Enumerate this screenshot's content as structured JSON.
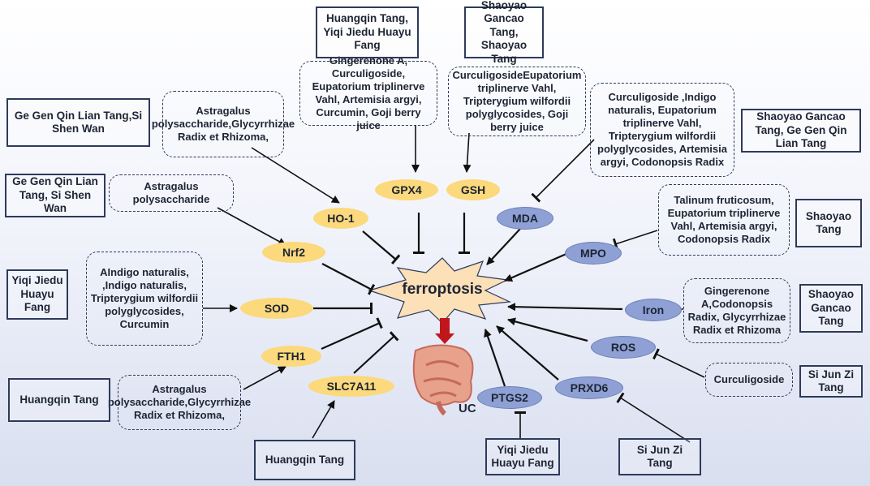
{
  "center": {
    "label": "ferroptosis",
    "outcome": "UC"
  },
  "targets": {
    "gpx4": "GPX4",
    "gsh": "GSH",
    "ho1": "HO-1",
    "nrf2": "Nrf2",
    "sod": "SOD",
    "fth1": "FTH1",
    "slc7a11": "SLC7A11",
    "mda": "MDA",
    "mpo": "MPO",
    "iron": "Iron",
    "ros": "ROS",
    "prxd6": "PRXD6",
    "ptgs2": "PTGS2"
  },
  "formulas": {
    "gpx4": "Huangqin Tang, Yiqi Jiedu Huayu Fang",
    "gsh": "Shaoyao Gancao Tang, Shaoyao Tang",
    "ho1": "Ge Gen Qin Lian Tang,Si Shen Wan",
    "nrf2": "Ge Gen Qin Lian Tang, Si Shen Wan",
    "sod": "Yiqi Jiedu Huayu Fang",
    "fth1": "Huangqin Tang",
    "slc7a11": "Huangqin Tang",
    "mda": "Shaoyao Gancao Tang, Ge Gen Qin Lian Tang",
    "mpo": "Shaoyao Tang",
    "iron": "Shaoyao Gancao Tang",
    "ros": "Si Jun Zi Tang",
    "prxd6": "Si Jun Zi Tang",
    "ptgs2": "Yiqi Jiedu Huayu Fang"
  },
  "compounds": {
    "gpx4": "Gingerenone A, Curculigoside, Eupatorium triplinerve Vahl, Artemisia argyi, Curcumin, Goji berry juice",
    "gsh": "CurculigosideEupatorium triplinerve Vahl, Tripterygium wilfordii polyglycosides, Goji berry juice",
    "ho1": "Astragalus polysaccharide,Glycyrrhizae Radix et Rhizoma,",
    "nrf2": "Astragalus polysaccharide",
    "sod": "AIndigo naturalis, ,Indigo naturalis, Tripterygium wilfordii polyglycosides, Curcumin",
    "fth1": "Astragalus polysaccharide,Glycyrrhizae Radix et Rhizoma,",
    "mda": "Curculigoside ,Indigo naturalis, Eupatorium triplinerve Vahl, Tripterygium wilfordii polyglycosides, Artemisia argyi, Codonopsis Radix",
    "mpo": "Talinum fruticosum, Eupatorium triplinerve Vahl, Artemisia argyi, Codonopsis Radix",
    "iron": "Gingerenone A,Codonopsis Radix, Glycyrrhizae Radix et Rhizoma",
    "ros": "Curculigoside"
  },
  "colors": {
    "yellow": "#fbd97c",
    "blue": "#8ea0d4",
    "star": "#fbe0b8",
    "arrow": "#111111",
    "uc_arrow": "#c0171c"
  }
}
